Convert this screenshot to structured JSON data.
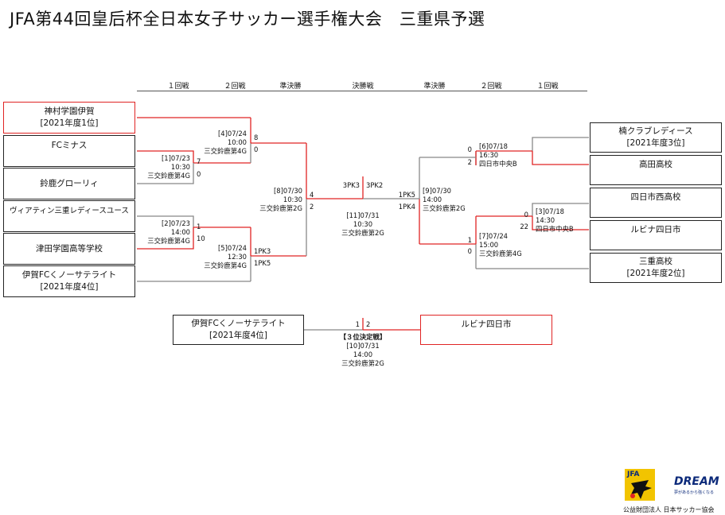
{
  "title": "JFA第44回皇后杯全日本女子サッカー選手権大会　三重県予選",
  "rounds": {
    "r1_left": "１回戦",
    "r2_left": "２回戦",
    "sf_left": "準決勝",
    "final": "決勝戦",
    "sf_right": "準決勝",
    "r2_right": "２回戦",
    "r1_right": "１回戦"
  },
  "teams": {
    "L1": {
      "name": "神村学園伊賀",
      "sub": "[2021年度1位]"
    },
    "L2": {
      "name": "FCミナス"
    },
    "L3": {
      "name": "鈴鹿グローリィ"
    },
    "L4": {
      "name": "ヴィアティン三重レディースユース"
    },
    "L5": {
      "name": "津田学園高等学校"
    },
    "L6": {
      "name": "伊賀FCくノーサテライト",
      "sub": "[2021年度4位]"
    },
    "R1": {
      "name": "楠クラブレディース",
      "sub": "[2021年度3位]"
    },
    "R2": {
      "name": "高田高校"
    },
    "R3": {
      "name": "四日市西高校"
    },
    "R4": {
      "name": "ルビナ四日市"
    },
    "R5": {
      "name": "三重高校",
      "sub": "[2021年度2位]"
    },
    "T1": {
      "name": "伊賀FCくノーサテライト",
      "sub": "[2021年度4位]"
    },
    "T2": {
      "name": "ルビナ四日市"
    }
  },
  "matches": {
    "m1": {
      "label": "[1]07/23",
      "time": "10:30",
      "venue": "三交鈴鹿第4G",
      "s1": "7",
      "s2": "0"
    },
    "m2": {
      "label": "[2]07/23",
      "time": "14:00",
      "venue": "三交鈴鹿第4G",
      "s1": "1",
      "s2": "10"
    },
    "m3": {
      "label": "[3]07/18",
      "time": "14:30",
      "venue": "四日市中央B",
      "s1": "0",
      "s2": "22"
    },
    "m4": {
      "label": "[4]07/24",
      "time": "10:00",
      "venue": "三交鈴鹿第4G",
      "s1": "8",
      "s2": "0"
    },
    "m5": {
      "label": "[5]07/24",
      "time": "12:30",
      "venue": "三交鈴鹿第4G",
      "s1": "1PK3",
      "s2": "1PK5"
    },
    "m6": {
      "label": "[6]07/18",
      "time": "16:30",
      "venue": "四日市中央B",
      "s1": "0",
      "s2": "2"
    },
    "m7": {
      "label": "[7]07/24",
      "time": "15:00",
      "venue": "三交鈴鹿第4G",
      "s1": "1",
      "s2": "0"
    },
    "m8": {
      "label": "[8]07/30",
      "time": "10:30",
      "venue": "三交鈴鹿第2G",
      "s1": "4",
      "s2": "2"
    },
    "m9": {
      "label": "[9]07/30",
      "time": "14:00",
      "venue": "三交鈴鹿第2G",
      "s1": "1PK5",
      "s2": "1PK4"
    },
    "m10": {
      "label": "[10]07/31",
      "time": "14:00",
      "venue": "三交鈴鹿第2G",
      "s1": "1",
      "s2": "2",
      "title": "【３位決定戦】"
    },
    "m11": {
      "label": "[11]07/31",
      "time": "10:30",
      "venue": "三交鈴鹿第2G",
      "s1": "3PK3",
      "s2": "3PK2"
    }
  },
  "footer": {
    "logo_jfa": "JFA",
    "logo_dream": "DREAM",
    "tagline": "夢があるから強くなる",
    "org": "公益財団法人 日本サッカー協会"
  },
  "colors": {
    "win": "#e02424",
    "line": "#888888",
    "text": "#111111"
  }
}
